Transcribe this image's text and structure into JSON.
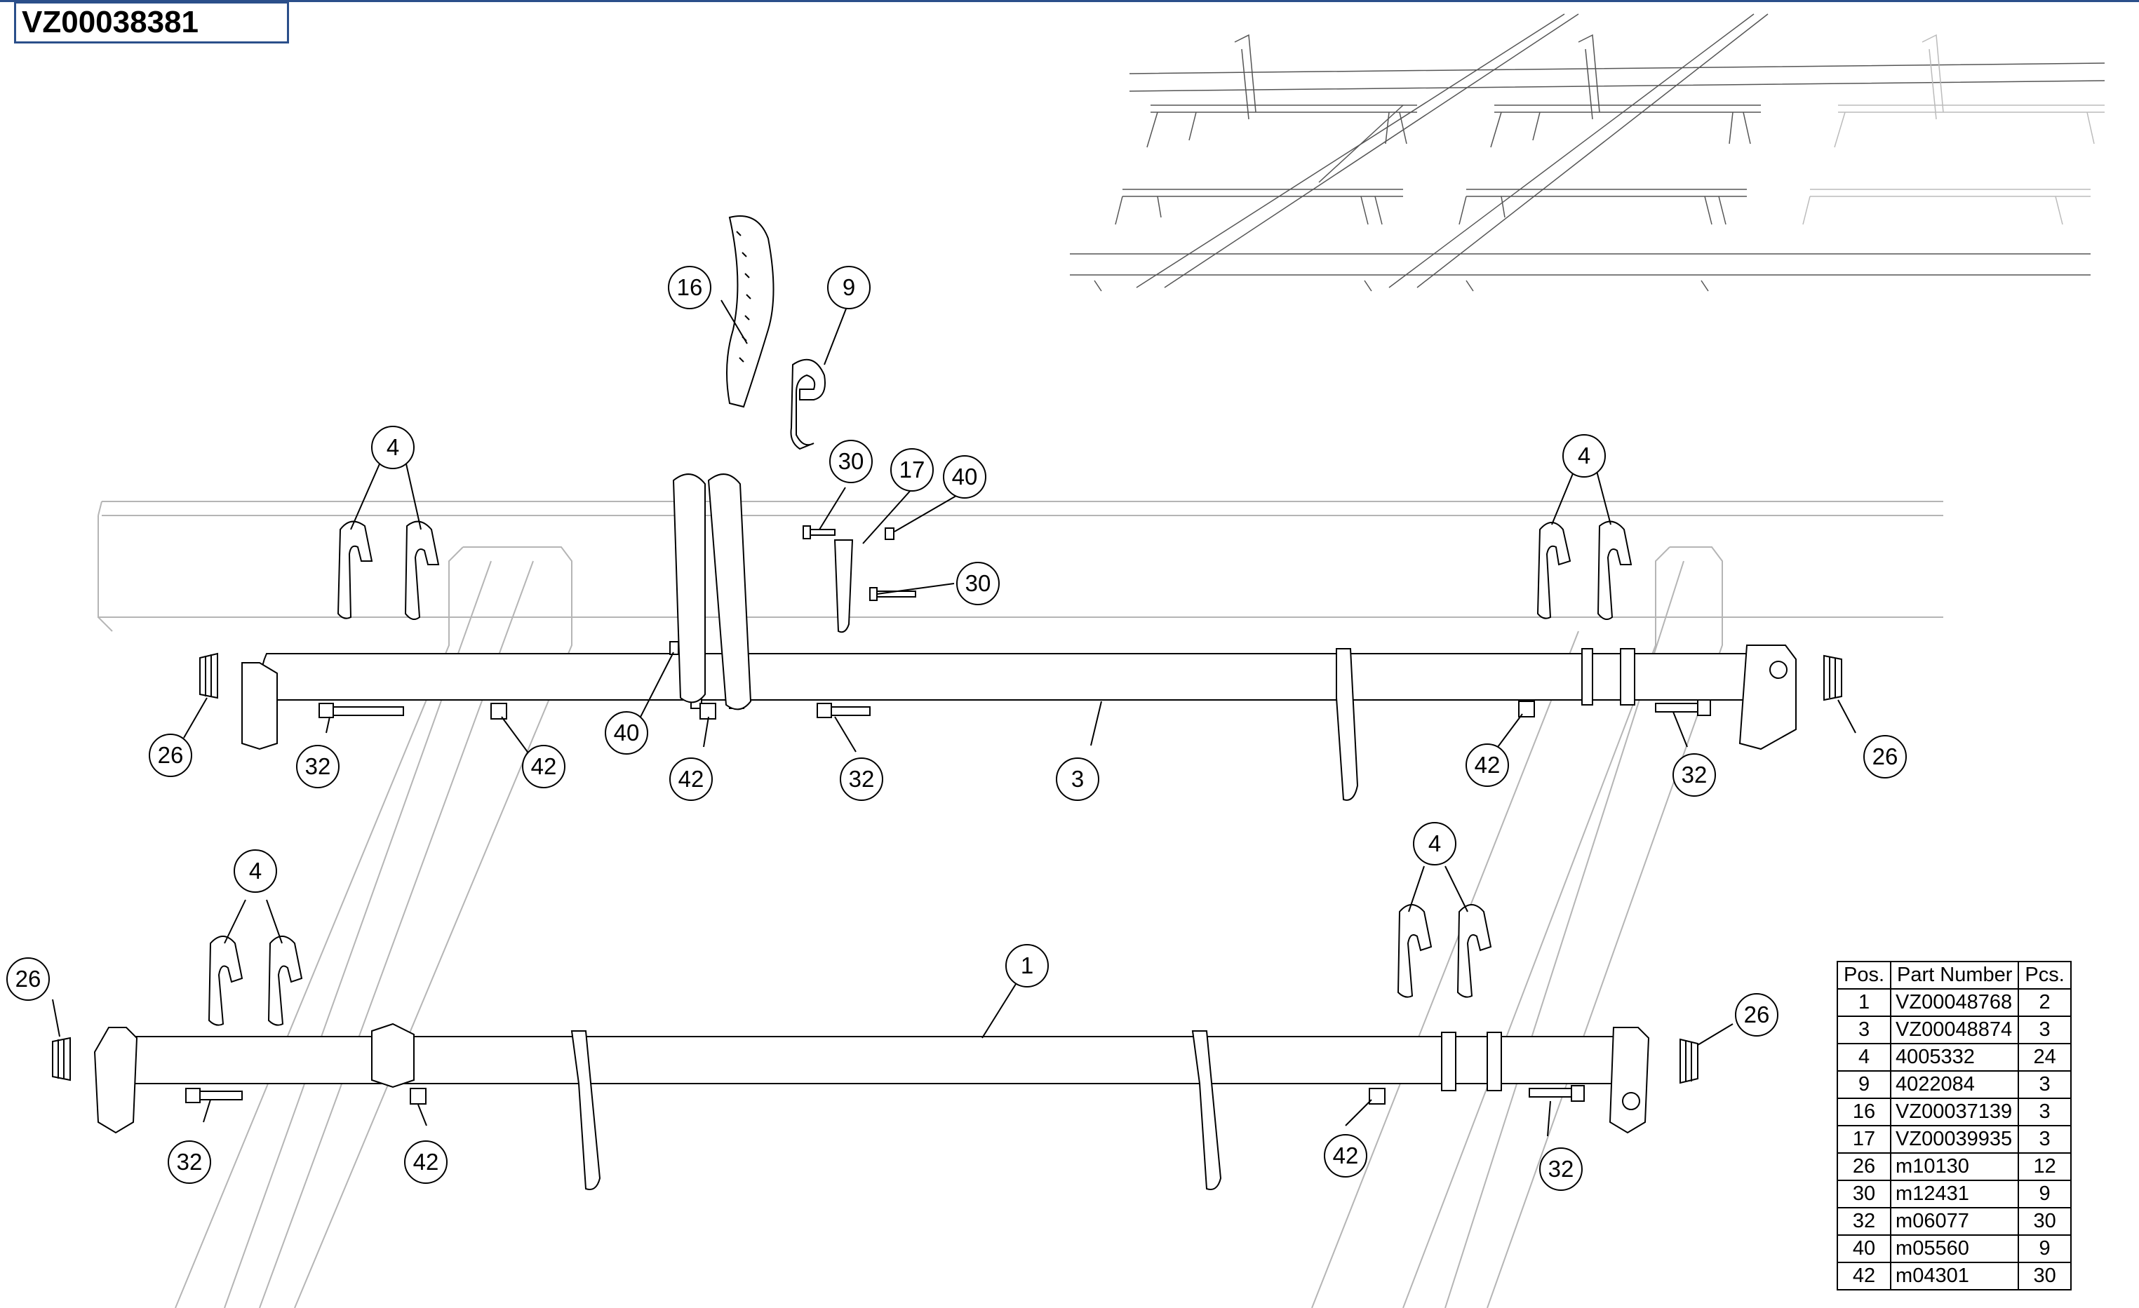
{
  "drawing": {
    "number": "VZ00038381"
  },
  "callouts": [
    {
      "label": "16"
    },
    {
      "label": "9"
    },
    {
      "label": "4"
    },
    {
      "label": "30"
    },
    {
      "label": "17"
    },
    {
      "label": "40"
    },
    {
      "label": "30"
    },
    {
      "label": "4"
    },
    {
      "label": "26"
    },
    {
      "label": "32"
    },
    {
      "label": "42"
    },
    {
      "label": "40"
    },
    {
      "label": "42"
    },
    {
      "label": "32"
    },
    {
      "label": "3"
    },
    {
      "label": "42"
    },
    {
      "label": "32"
    },
    {
      "label": "26"
    },
    {
      "label": "4"
    },
    {
      "label": "4"
    },
    {
      "label": "1"
    },
    {
      "label": "26"
    },
    {
      "label": "26"
    },
    {
      "label": "32"
    },
    {
      "label": "42"
    },
    {
      "label": "42"
    },
    {
      "label": "32"
    }
  ],
  "parts_list": {
    "headers": [
      "Pos.",
      "Part Number",
      "Pcs."
    ],
    "rows": [
      {
        "pos": "1",
        "part": "VZ00048768",
        "pcs": "2"
      },
      {
        "pos": "3",
        "part": "VZ00048874",
        "pcs": "3"
      },
      {
        "pos": "4",
        "part": "4005332",
        "pcs": "24"
      },
      {
        "pos": "9",
        "part": "4022084",
        "pcs": "3"
      },
      {
        "pos": "16",
        "part": "VZ00037139",
        "pcs": "3"
      },
      {
        "pos": "17",
        "part": "VZ00039935",
        "pcs": "3"
      },
      {
        "pos": "26",
        "part": "m10130",
        "pcs": "12"
      },
      {
        "pos": "30",
        "part": "m12431",
        "pcs": "9"
      },
      {
        "pos": "32",
        "part": "m06077",
        "pcs": "30"
      },
      {
        "pos": "40",
        "part": "m05560",
        "pcs": "9"
      },
      {
        "pos": "42",
        "part": "m04301",
        "pcs": "30"
      }
    ]
  },
  "colors": {
    "frame_accent": "#2b4f8a",
    "line": "#000000",
    "ghost_line": "#b5b5b5"
  }
}
